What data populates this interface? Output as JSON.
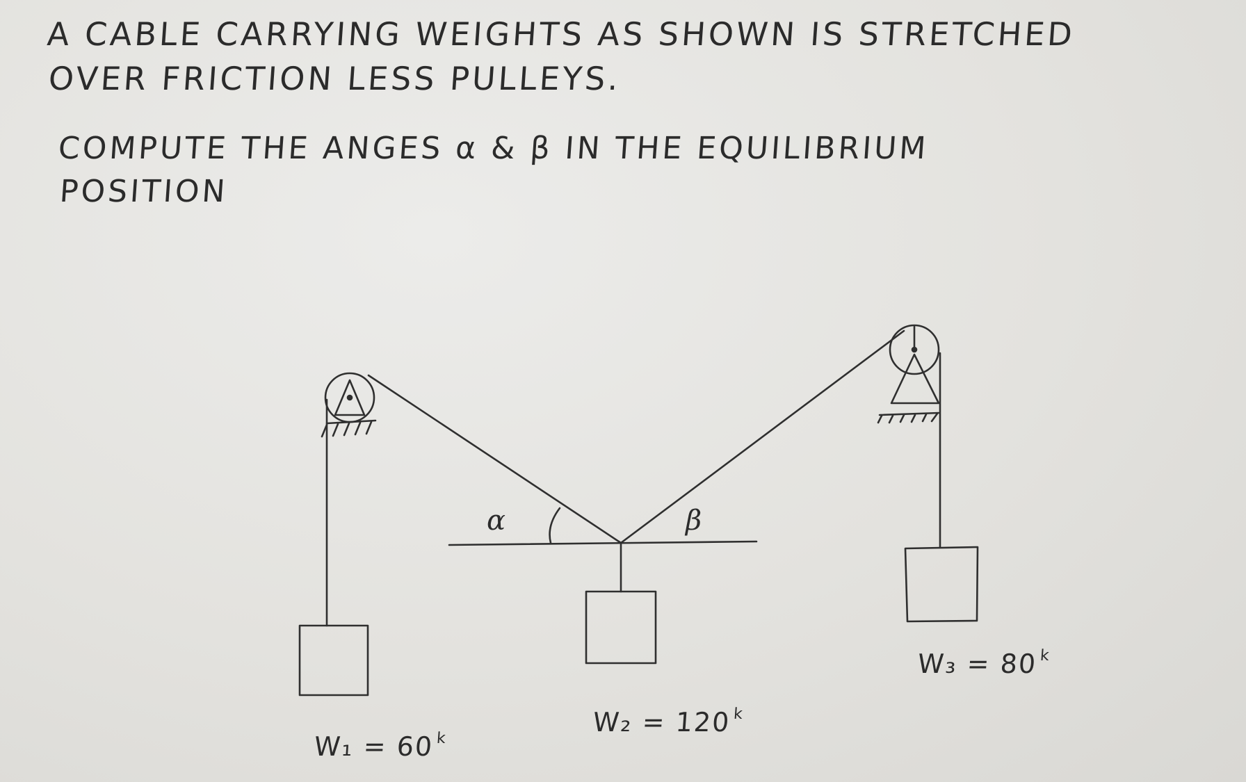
{
  "problem": {
    "line1": "A CABLE  CARRYING WEIGHTS AS SHOWN  IS STRETCHED",
    "line2": "OVER   FRICTION LESS   PULLEYS.",
    "line3": "COMPUTE THE ANGES α & β IN THE  EQUILIBRIUM",
    "line4": "POSITION"
  },
  "diagram": {
    "alpha_label": "α",
    "beta_label": "β",
    "weights": {
      "w1": {
        "name": "W₁",
        "value": "60",
        "unit": "k"
      },
      "w2": {
        "name": "W₂",
        "value": "120",
        "unit": "k"
      },
      "w3": {
        "name": "W₃",
        "value": "80",
        "unit": "k"
      }
    }
  }
}
